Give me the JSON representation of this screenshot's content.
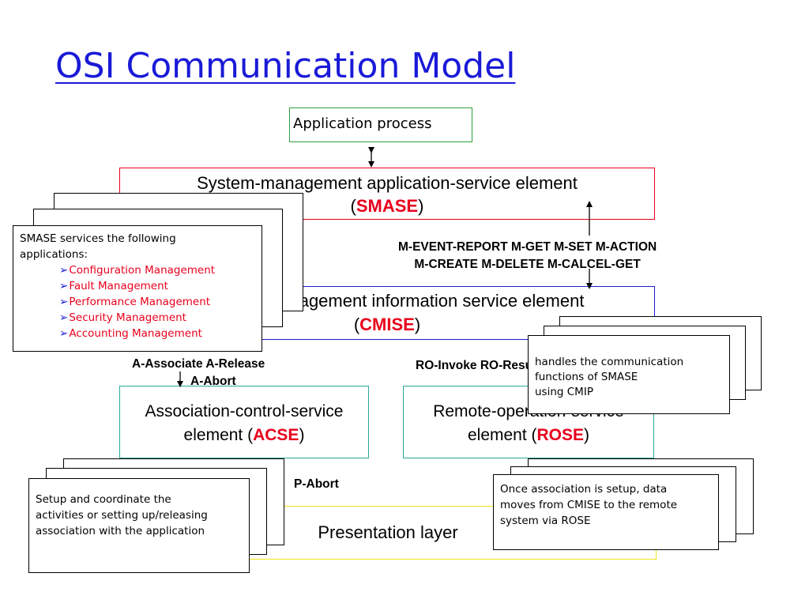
{
  "title": "OSI Communication Model",
  "app_process": "Application process",
  "smase": {
    "line1": "System-management application-service element",
    "open": "(",
    "abbr": "SMASE",
    "close": ")"
  },
  "m_services": {
    "line1": "M-EVENT-REPORT  M-GET  M-SET  M-ACTION",
    "line2": "M-CREATE  M-DELETE  M-CALCEL-GET"
  },
  "cmise": {
    "line1": "Common management information service element",
    "open": "(",
    "abbr": "CMISE",
    "close": ")"
  },
  "acse_services": {
    "line1": "A-Associate  A-Release",
    "line2": "A-Abort"
  },
  "rose_services": {
    "line1": "RO-Invoke  RO-Result"
  },
  "acse": {
    "line1": "Association-control-service",
    "pre": "element (",
    "abbr": "ACSE",
    "close": ")"
  },
  "rose": {
    "line1": "Remote-operation-service",
    "pre": "element (",
    "abbr": "ROSE",
    "close": ")"
  },
  "p_abort": "P-Abort",
  "presentation": "Presentation layer",
  "notes": {
    "smase": {
      "intro1": "SMASE services the following",
      "intro2": "applications:",
      "items": [
        "Configuration Management",
        "Fault Management",
        "Performance Management",
        "Security Management",
        "Accounting Management"
      ],
      "bullet": "➢"
    },
    "cmise": {
      "line1": "handles the communication",
      "line2": "functions of SMASE",
      "line3": "using CMIP"
    },
    "acse": {
      "line1": "Setup and coordinate the",
      "line2": "activities or setting up/releasing",
      "line3": "association with the application"
    },
    "rose": {
      "line1": "Once association is setup, data",
      "line2": "moves from CMISE to the remote",
      "line3": "system via ROSE"
    }
  },
  "colors": {
    "title": "#1a1ad8",
    "highlight": "#e8001c",
    "app_box": "#2e9e3e",
    "smase_box": "#e8001c",
    "cmise_box": "#1a1ad8",
    "acse_box": "#2aa89a",
    "rose_box": "#2aa89a",
    "presentation_box": "#f2e21a"
  }
}
